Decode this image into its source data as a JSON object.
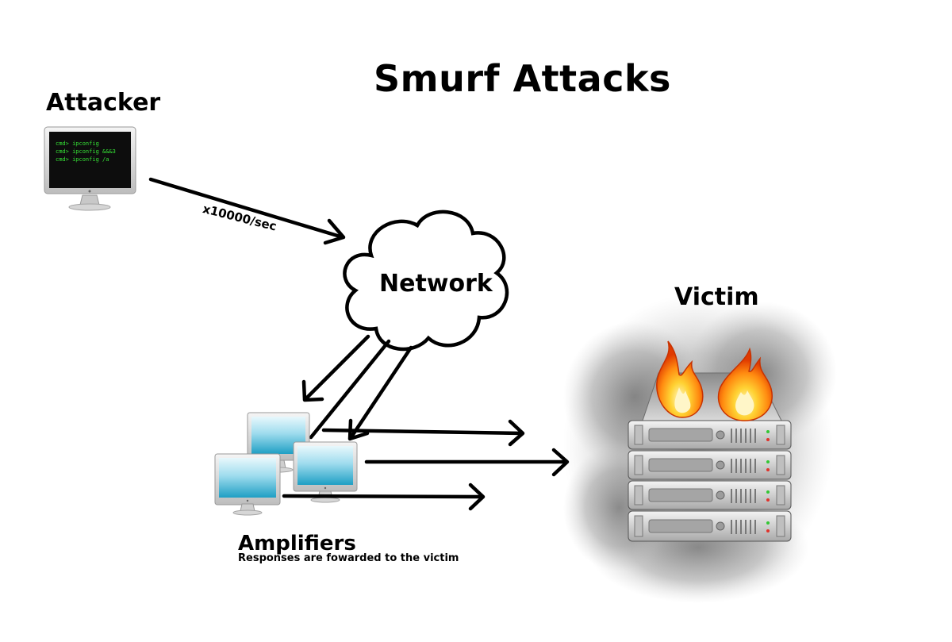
{
  "title": "Smurf Attacks",
  "attacker": {
    "label": "Attacker",
    "terminal_lines": [
      "cmd> ipconfig",
      "cmd> ipconfig &&&3",
      "cmd> ipconfig /a"
    ]
  },
  "rate_label": "x10000/sec",
  "network": {
    "label": "Network"
  },
  "victim": {
    "label": "Victim"
  },
  "amplifiers": {
    "label": "Amplifiers",
    "caption": "Responses are fowarded to the victim"
  },
  "icons": [
    "monitor-icon",
    "cloud-icon",
    "server-rack-icon",
    "fire-icon",
    "arrow-icon"
  ]
}
